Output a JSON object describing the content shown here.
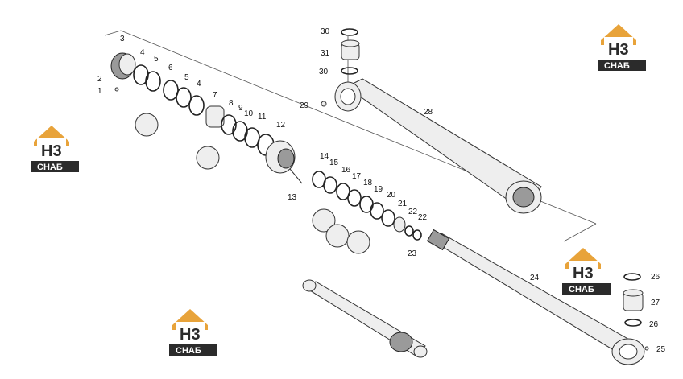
{
  "colors": {
    "accent": "#e8a33a",
    "brand_dark": "#2b2b2b",
    "line": "#333333"
  },
  "watermark": {
    "letters": "H3",
    "caption": "СНАБ"
  },
  "callouts": {
    "p1": "1",
    "p2": "2",
    "p3": "3",
    "p4a": "4",
    "p4b": "4",
    "p5a": "5",
    "p5b": "5",
    "p6": "6",
    "p7": "7",
    "p8": "8",
    "p9": "9",
    "p10": "10",
    "p11": "11",
    "p12": "12",
    "p13": "13",
    "p14": "14",
    "p15": "15",
    "p16": "16",
    "p17": "17",
    "p18": "18",
    "p19": "19",
    "p20": "20",
    "p21": "21",
    "p22a": "22",
    "p22b": "22",
    "p23": "23",
    "p24": "24",
    "p25": "25",
    "p26a": "26",
    "p26b": "26",
    "p27": "27",
    "p28": "28",
    "p29": "29",
    "p30a": "30",
    "p30b": "30",
    "p31": "31"
  }
}
